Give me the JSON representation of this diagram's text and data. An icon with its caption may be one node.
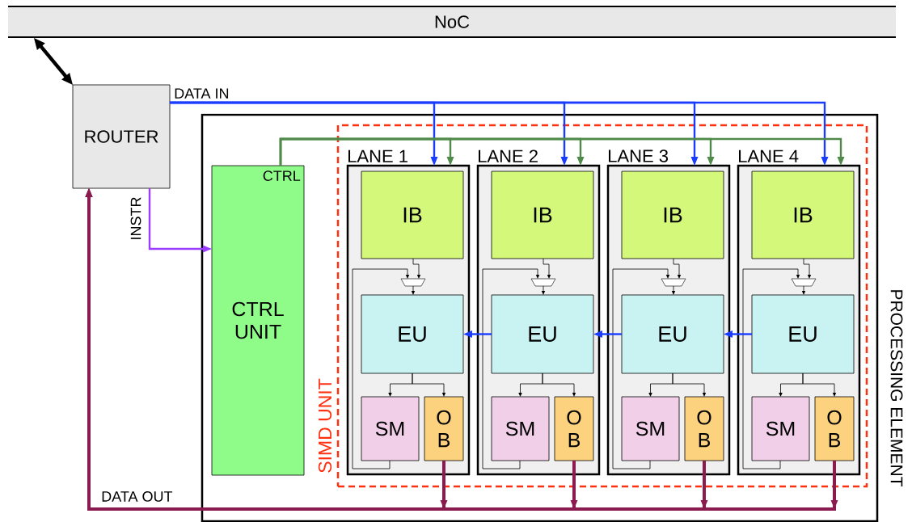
{
  "diagram": {
    "nodes": [
      {
        "text": [
          "NoC"
        ]
      },
      {
        "text": [
          "ROUTER"
        ]
      },
      {
        "text": [
          "PROCESSING ELEMENT"
        ]
      },
      {
        "text": [
          "CTRL",
          "CTRL UNIT"
        ],
        "in": 2
      },
      {
        "text": [
          "SIMD UNIT"
        ],
        "in": 2
      },
      {
        "text": [
          "LANE 1"
        ],
        "in": 4
      },
      {
        "text": [
          "IB"
        ],
        "in": 5
      },
      {
        "text": [],
        "shape": "trapezoid",
        "in": 5
      },
      {
        "text": [
          "EU"
        ],
        "in": 5
      },
      {
        "text": [
          "SM"
        ],
        "in": 5
      },
      {
        "text": [
          "O B"
        ],
        "in": 5
      },
      {
        "text": [
          "LANE 2"
        ],
        "in": 4
      },
      {
        "text": [
          "IB"
        ],
        "in": 11
      },
      {
        "text": [],
        "shape": "trapezoid",
        "in": 11
      },
      {
        "text": [
          "EU"
        ],
        "in": 11
      },
      {
        "text": [
          "SM"
        ],
        "in": 11
      },
      {
        "text": [
          "O B"
        ],
        "in": 11
      },
      {
        "text": [
          "LANE 3"
        ],
        "in": 4
      },
      {
        "text": [
          "IB"
        ],
        "in": 17
      },
      {
        "text": [],
        "shape": "trapezoid",
        "in": 17
      },
      {
        "text": [
          "EU"
        ],
        "in": 17
      },
      {
        "text": [
          "SM"
        ],
        "in": 17
      },
      {
        "text": [
          "O B"
        ],
        "in": 17
      },
      {
        "text": [
          "LANE 4"
        ],
        "in": 4
      },
      {
        "text": [
          "IB"
        ],
        "in": 23
      },
      {
        "text": [],
        "shape": "trapezoid",
        "in": 23
      },
      {
        "text": [
          "EU"
        ],
        "in": 23
      },
      {
        "text": [
          "SM"
        ],
        "in": 23
      },
      {
        "text": [
          "O B"
        ],
        "in": 23
      }
    ],
    "edges": [
      {
        "from": 0,
        "to": 1,
        "arrow": "both",
        "style": "thick"
      },
      {
        "from": 1,
        "to": 5,
        "arrow": "to",
        "label": "DATA IN",
        "color": "#1a3cff"
      },
      {
        "from": 1,
        "to": 11,
        "arrow": "to",
        "color": "#1a3cff"
      },
      {
        "from": 1,
        "to": 17,
        "arrow": "to",
        "color": "#1a3cff"
      },
      {
        "from": 1,
        "to": 23,
        "arrow": "to",
        "color": "#1a3cff"
      },
      {
        "from": 1,
        "to": 3,
        "arrow": "to",
        "label": "INSTR",
        "color": "#9b3dff"
      },
      {
        "from": 3,
        "to": 5,
        "arrow": "to",
        "color": "#4f8a4a"
      },
      {
        "from": 3,
        "to": 11,
        "arrow": "to",
        "color": "#4f8a4a"
      },
      {
        "from": 3,
        "to": 17,
        "arrow": "to",
        "color": "#4f8a4a"
      },
      {
        "from": 3,
        "to": 23,
        "arrow": "to",
        "color": "#4f8a4a"
      },
      {
        "from": 6,
        "to": 7,
        "arrow": "to"
      },
      {
        "from": 7,
        "to": 8,
        "arrow": "to"
      },
      {
        "from": 8,
        "to": 9,
        "arrow": "to"
      },
      {
        "from": 8,
        "to": 10,
        "arrow": "to"
      },
      {
        "from": 9,
        "to": 7,
        "arrow": "to"
      },
      {
        "from": 12,
        "to": 13,
        "arrow": "to"
      },
      {
        "from": 13,
        "to": 14,
        "arrow": "to"
      },
      {
        "from": 14,
        "to": 15,
        "arrow": "to"
      },
      {
        "from": 14,
        "to": 16,
        "arrow": "to"
      },
      {
        "from": 15,
        "to": 13,
        "arrow": "to"
      },
      {
        "from": 18,
        "to": 19,
        "arrow": "to"
      },
      {
        "from": 19,
        "to": 20,
        "arrow": "to"
      },
      {
        "from": 20,
        "to": 21,
        "arrow": "to"
      },
      {
        "from": 20,
        "to": 22,
        "arrow": "to"
      },
      {
        "from": 21,
        "to": 19,
        "arrow": "to"
      },
      {
        "from": 24,
        "to": 25,
        "arrow": "to"
      },
      {
        "from": 25,
        "to": 26,
        "arrow": "to"
      },
      {
        "from": 26,
        "to": 27,
        "arrow": "to"
      },
      {
        "from": 26,
        "to": 28,
        "arrow": "to"
      },
      {
        "from": 27,
        "to": 25,
        "arrow": "to"
      },
      {
        "from": 14,
        "to": 8,
        "arrow": "to",
        "color": "#1a3cff"
      },
      {
        "from": 20,
        "to": 14,
        "arrow": "to",
        "color": "#1a3cff"
      },
      {
        "from": 26,
        "to": 20,
        "arrow": "to",
        "color": "#1a3cff"
      },
      {
        "from": 10,
        "to": 1,
        "arrow": "to",
        "label": "DATA OUT",
        "style": "thick",
        "color": "#8b1a4e"
      },
      {
        "from": 16,
        "to": 1,
        "arrow": "to",
        "style": "thick",
        "color": "#8b1a4e"
      },
      {
        "from": 22,
        "to": 1,
        "arrow": "to",
        "style": "thick",
        "color": "#8b1a4e"
      },
      {
        "from": 28,
        "to": 1,
        "arrow": "to",
        "style": "thick",
        "color": "#8b1a4e"
      }
    ]
  }
}
